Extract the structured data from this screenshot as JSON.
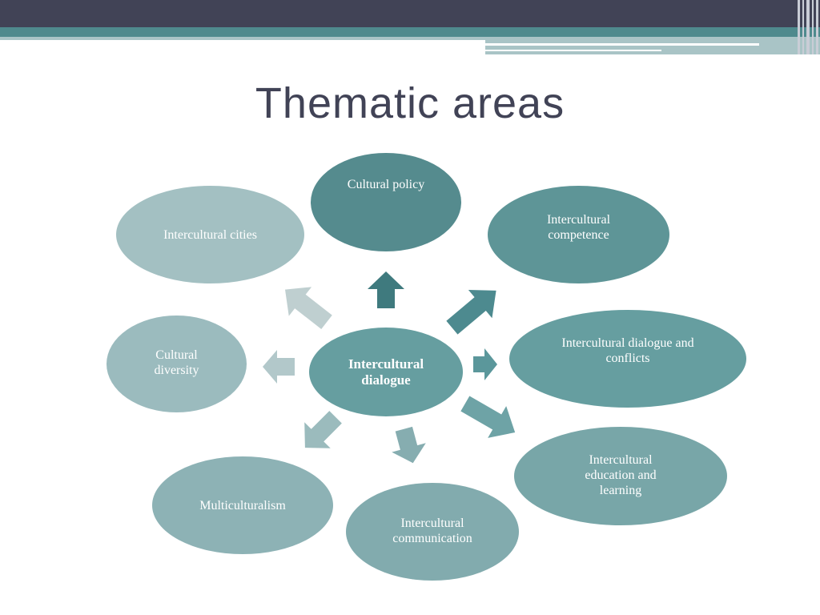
{
  "slide": {
    "title": "Thematic areas"
  },
  "diagram": {
    "center": {
      "label": "Intercultural\ndialogue",
      "color": "#669ea0"
    },
    "nodes": [
      {
        "id": "cultural-policy",
        "label": "Cultural policy",
        "color": "#558b8e"
      },
      {
        "id": "intercultural-competence",
        "label": "Intercultural\ncompetence",
        "color": "#5e9597"
      },
      {
        "id": "dialogue-and-conflicts",
        "label": "Intercultural  dialogue and\nconflicts",
        "color": "#669ea0"
      },
      {
        "id": "education-and-learning",
        "label": "Intercultural\neducation and\nlearning",
        "color": "#78a6a8"
      },
      {
        "id": "communication",
        "label": "Intercultural\ncommunication",
        "color": "#82abae"
      },
      {
        "id": "multiculturalism",
        "label": "Multiculturalism",
        "color": "#8db2b5"
      },
      {
        "id": "cultural-diversity",
        "label": "Cultural\ndiversity",
        "color": "#9bbbbe"
      },
      {
        "id": "intercultural-cities",
        "label": "Intercultural cities",
        "color": "#a3c0c2"
      }
    ],
    "arrow_colors": [
      "#3f7a7e",
      "#4d8a8f",
      "#5b979b",
      "#6ea3a6",
      "#86adb0",
      "#9bbbbd",
      "#b2c8ca",
      "#bfcfd0"
    ]
  }
}
